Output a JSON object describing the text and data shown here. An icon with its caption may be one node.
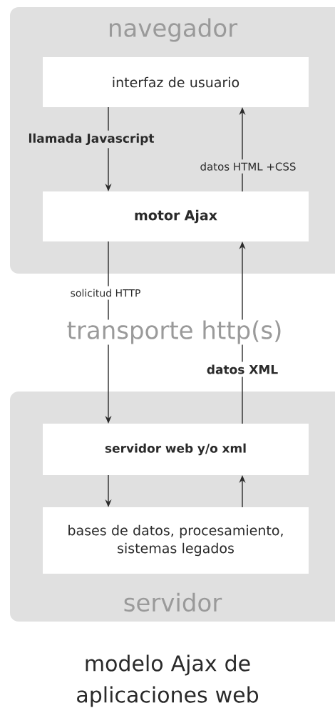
{
  "diagram": {
    "caption": "modelo Ajax de aplicaciones web",
    "nodes": [
      {
        "text": [
          "navegador"
        ]
      },
      {
        "text": [
          "interfaz de usuario"
        ],
        "in": 0
      },
      {
        "text": [
          "motor Ajax"
        ],
        "in": 0
      },
      {
        "text": [
          "servidor"
        ]
      },
      {
        "text": [
          "servidor web y/o xml"
        ],
        "in": 3
      },
      {
        "text": [
          "bases de datos, procesamiento, sistemas legados"
        ],
        "in": 3
      }
    ],
    "edges": [
      {
        "from": 1,
        "to": 2,
        "arrow": "to",
        "label": "llamada Javascript"
      },
      {
        "from": 2,
        "to": 1,
        "arrow": "to",
        "label": "datos HTML +CSS"
      },
      {
        "from": 2,
        "to": 4,
        "arrow": "to",
        "label": "solicitud HTTP"
      },
      {
        "from": 4,
        "to": 2,
        "arrow": "to",
        "label": "datos XML"
      },
      {
        "from": 4,
        "to": 5,
        "arrow": "to"
      },
      {
        "from": 5,
        "to": 4,
        "arrow": "to"
      }
    ],
    "labels": [
      "transporte http(s)"
    ]
  }
}
